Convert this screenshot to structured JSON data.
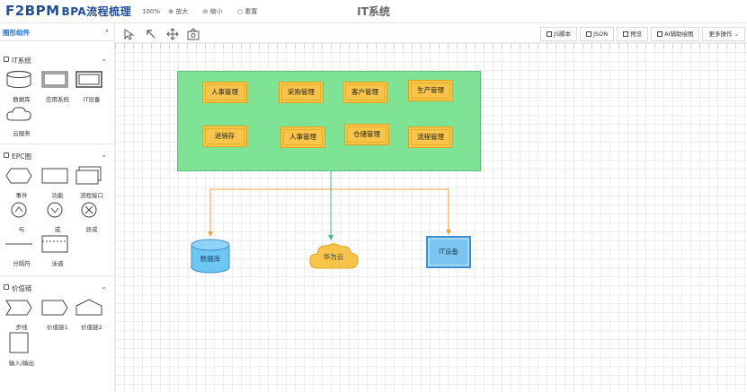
{
  "header": {
    "logo": "F2BPM",
    "logo_sub": "BPA流程梳理",
    "zoom_percent": "100%",
    "zoom_in": "放大",
    "zoom_out": "缩小",
    "reset": "重置",
    "title": "IT系统"
  },
  "sidebar": {
    "title": "图形组件",
    "groups": [
      {
        "title": "IT系统",
        "items": [
          "数据库",
          "应用系统",
          "IT设备",
          "云服务"
        ]
      },
      {
        "title": "EPC图",
        "items": [
          "事件",
          "功能",
          "流程接口",
          "与",
          "或",
          "异或",
          "分隔符",
          "泳道"
        ]
      },
      {
        "title": "价值链",
        "items": [
          "步线",
          "价值链1",
          "价值链2",
          "输入/输出"
        ]
      }
    ]
  },
  "toolbar": {
    "buttons": [
      "JS脚本",
      "JSON",
      "预览",
      "AI辅助绘图",
      "更多操作"
    ],
    "tools": [
      "pointer-icon",
      "select-arrow-icon",
      "move-icon",
      "image-icon"
    ]
  },
  "canvas": {
    "systems": [
      "人事管理",
      "采购管理",
      "客户管理",
      "生产管理",
      "进销存",
      "人事管理",
      "仓储管理",
      "流程管理"
    ],
    "database": "数据库",
    "cloud": "华为云",
    "it_device": "IT设备"
  },
  "colors": {
    "container_fill": "#7ee395",
    "system_fill": "#f8c44a",
    "database_fill": "#6ec6f2",
    "cloud_fill": "#f8c44a",
    "it_device_fill": "#7cc4f0",
    "connector_orange": "#e8a53a",
    "connector_teal": "#3cbf9a",
    "accent": "#1a73e8"
  }
}
